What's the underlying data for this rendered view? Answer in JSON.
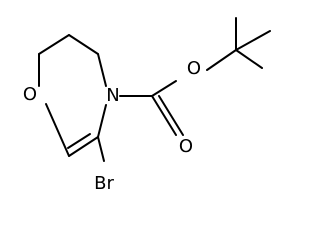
{
  "molecule": {
    "atoms": {
      "ring_oxygen": "O",
      "ring_nitrogen": "N",
      "carbonyl_oxygen": "O",
      "ester_oxygen": "O",
      "bromine": "Br"
    },
    "colors": {
      "bond": "#000000",
      "text": "#000000",
      "background": "#ffffff"
    }
  }
}
